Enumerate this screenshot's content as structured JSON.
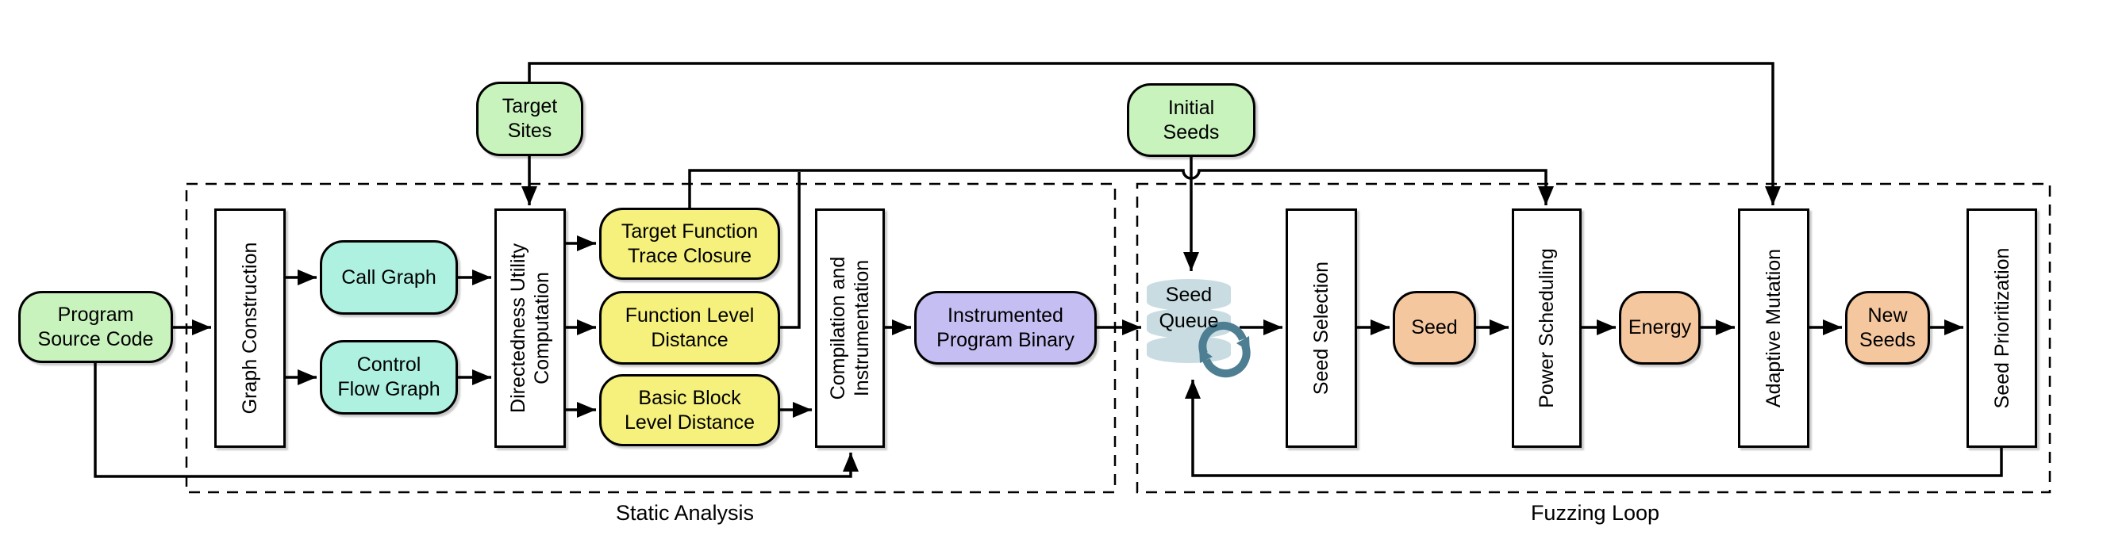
{
  "diagram": {
    "sections": {
      "static_analysis": {
        "label": "Static Analysis"
      },
      "fuzzing_loop": {
        "label": "Fuzzing Loop"
      }
    },
    "nodes": {
      "program_source_code": {
        "line1": "Program",
        "line2": "Source Code"
      },
      "graph_construction": {
        "line1": "Graph Construction"
      },
      "call_graph": {
        "line1": "Call Graph"
      },
      "control_flow_graph": {
        "line1": "Control",
        "line2": "Flow Graph"
      },
      "target_sites": {
        "line1": "Target",
        "line2": "Sites"
      },
      "directedness_utility_computation": {
        "line1": "Directedness Utility",
        "line2": "Computation"
      },
      "target_function_trace_closure": {
        "line1": "Target Function",
        "line2": "Trace Closure"
      },
      "function_level_distance": {
        "line1": "Function Level",
        "line2": "Distance"
      },
      "basic_block_level_distance": {
        "line1": "Basic Block",
        "line2": "Level Distance"
      },
      "compilation_and_instrumentation": {
        "line1": "Compilation and",
        "line2": "Instrumentation"
      },
      "instrumented_program_binary": {
        "line1": "Instrumented",
        "line2": "Program Binary"
      },
      "initial_seeds": {
        "line1": "Initial",
        "line2": "Seeds"
      },
      "seed_queue": {
        "line1": "Seed",
        "line2": "Queue"
      },
      "seed_selection": {
        "line1": "Seed Selection"
      },
      "seed": {
        "line1": "Seed"
      },
      "power_scheduling": {
        "line1": "Power Scheduling"
      },
      "energy": {
        "line1": "Energy"
      },
      "adaptive_mutation": {
        "line1": "Adaptive Mutation"
      },
      "new_seeds": {
        "line1": "New",
        "line2": "Seeds"
      },
      "seed_prioritization": {
        "line1": "Seed Prioritization"
      }
    },
    "icons": {
      "seed_queue_database": "database-cylinder-icon",
      "seed_queue_recycle": "recycle-arrows-icon"
    },
    "colors": {
      "input_green": "#c8f3bd",
      "graph_cyan": "#aef1e1",
      "distance_yellow": "#f5f17c",
      "binary_purple": "#c5bef2",
      "seed_orange": "#f5c79f",
      "cylinder_blue": "#c8dce2",
      "recycle_teal": "#4d7e91",
      "line_black": "#000000"
    }
  }
}
